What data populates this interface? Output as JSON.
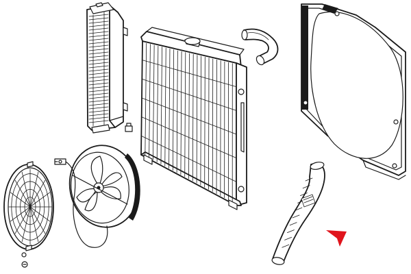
{
  "colors": {
    "ink": "#1a1a1a",
    "paper": "#ffffff",
    "pointer": "#e0141c"
  },
  "parts": [
    {
      "id": "oil-cooler",
      "icon": "oil-cooler"
    },
    {
      "id": "radiator",
      "icon": "radiator"
    },
    {
      "id": "upper-hose",
      "icon": "hose"
    },
    {
      "id": "fan-shroud",
      "icon": "shroud"
    },
    {
      "id": "fan-guard",
      "icon": "grille"
    },
    {
      "id": "electric-fan",
      "icon": "fan"
    },
    {
      "id": "lower-hose",
      "icon": "hose"
    }
  ],
  "highlight": {
    "target": "lower-hose",
    "icon": "arrow-pointer"
  }
}
